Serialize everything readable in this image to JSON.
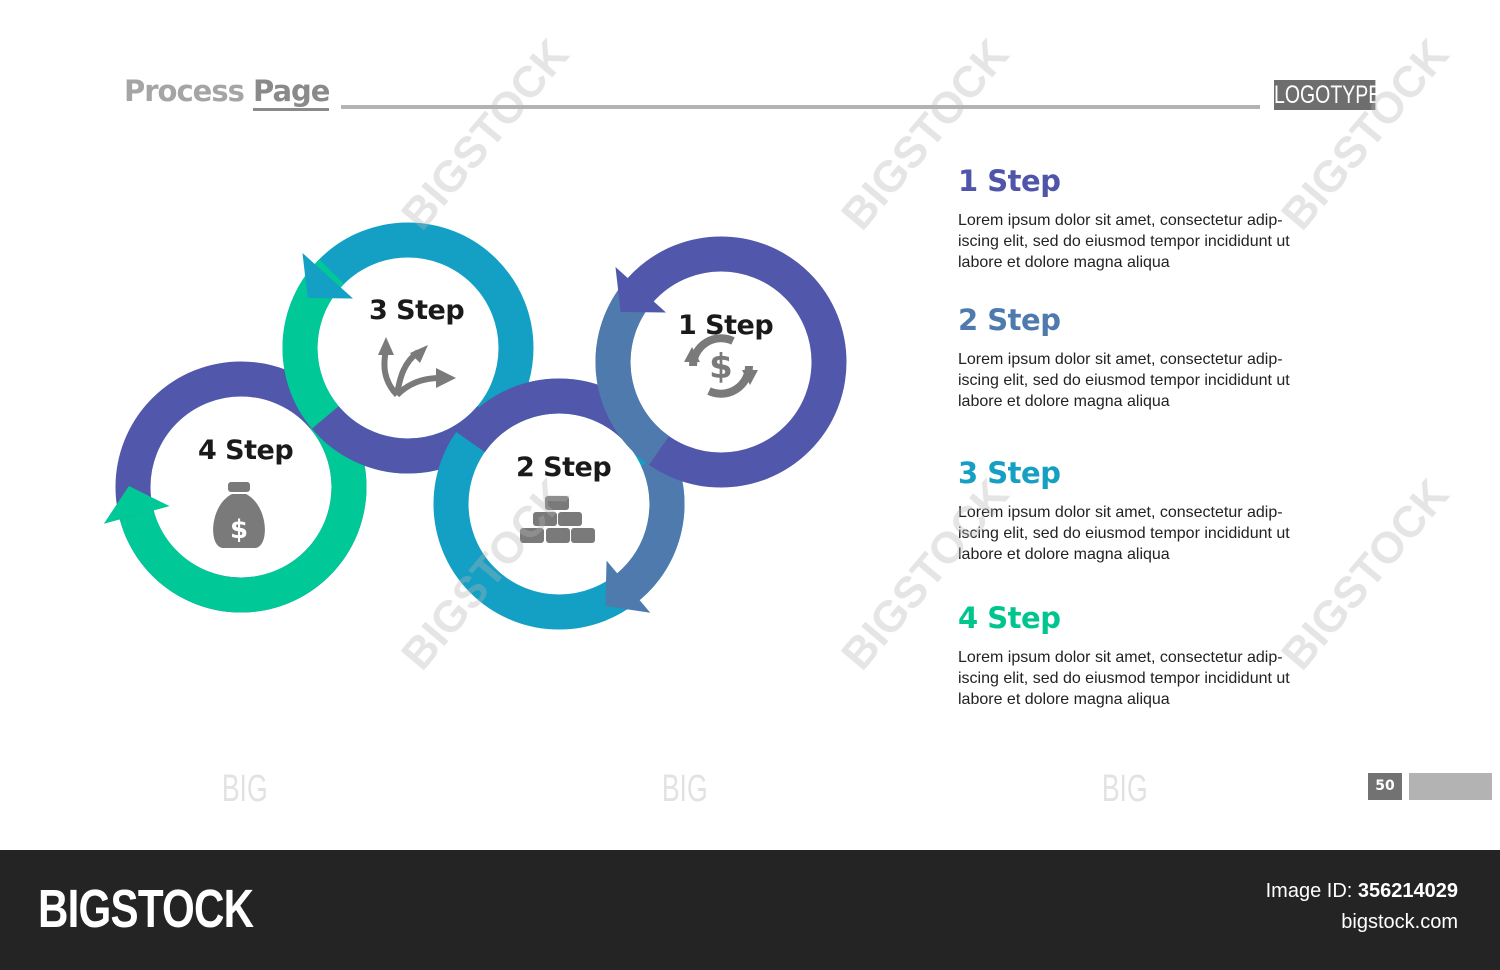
{
  "header": {
    "title_light": "Process",
    "title_bold": "Page",
    "logo": "LOGOTYPE"
  },
  "diagram": {
    "steps": [
      {
        "label": "1 Step",
        "icon": "dollar-cycle-icon"
      },
      {
        "label": "2 Step",
        "icon": "gold-bars-icon"
      },
      {
        "label": "3 Step",
        "icon": "branching-arrows-icon"
      },
      {
        "label": "4 Step",
        "icon": "money-bag-icon"
      }
    ],
    "colors": {
      "purple": "#5157aa",
      "cyan": "#14a0c4",
      "steel": "#4f7aad",
      "green": "#00c997",
      "icon": "#7a7a7a"
    }
  },
  "info": [
    {
      "title": "1 Step",
      "color": "#4f55a8",
      "text": "Lorem ipsum dolor sit amet, consectetur adip-iscing elit, sed do eiusmod tempor incididunt ut labore et dolore magna aliqua"
    },
    {
      "title": "2 Step",
      "color": "#4f7aad",
      "text": "Lorem ipsum dolor sit amet, consectetur adip-iscing elit, sed do eiusmod tempor incididunt ut labore et dolore magna aliqua"
    },
    {
      "title": "3 Step",
      "color": "#149fc3",
      "text": "Lorem ipsum dolor sit amet, consectetur adip-iscing elit, sed do eiusmod tempor incididunt ut labore et dolore magna aliqua"
    },
    {
      "title": "4 Step",
      "color": "#00c58f",
      "text": "Lorem ipsum dolor sit amet, consectetur adip-iscing elit, sed do eiusmod tempor incididunt ut labore et dolore magna aliqua"
    }
  ],
  "page_number": "50",
  "footer": {
    "brand": "BIGSTOCK",
    "image_id_label": "Image ID:",
    "image_id": "356214029",
    "site": "bigstock.com"
  },
  "watermark": {
    "diagonal": "BIGSTOCK",
    "small": "BIG"
  }
}
